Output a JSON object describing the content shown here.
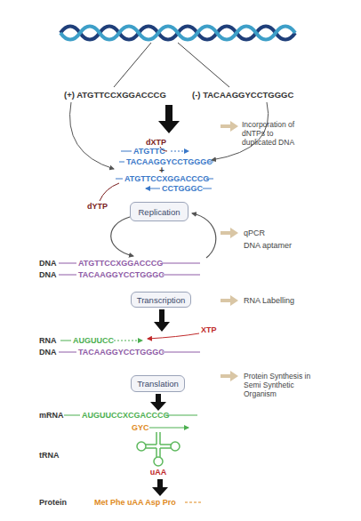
{
  "diagram": {
    "nodes": [
      {
        "text": [
          "Replication"
        ]
      },
      {
        "text": [
          "Transcription"
        ]
      },
      {
        "text": [
          "Translation"
        ]
      }
    ],
    "labels": [
      "(+) ATGTTCCXGGACCCG",
      "(-) TACAAGGYCCTGGGC",
      "Incorporation of dNTPs to duplicated DNA",
      "dXTP",
      "ATGTTC",
      "TACAAGGYCCTGGGC",
      "+",
      "ATGTTCCXGGACCCG",
      "CCTGGGC",
      "dYTP",
      "qPCR",
      "DNA aptamer",
      "DNA",
      "ATGTTCCXGGACCCG",
      "DNA",
      "TACAAGGYCCTGGGC",
      "RNA Labelling",
      "XTP",
      "RNA",
      "AUGUUCC",
      "DNA",
      "TACAAGGYCCTGGGC",
      "Protein Synthesis in Semi Synthetic Organism",
      "mRNA",
      "AUGUUCCXCGACCCG",
      "GYC",
      "tRNA",
      "uAA",
      "Protein",
      "Met Phe uAA Asp Pro"
    ]
  }
}
